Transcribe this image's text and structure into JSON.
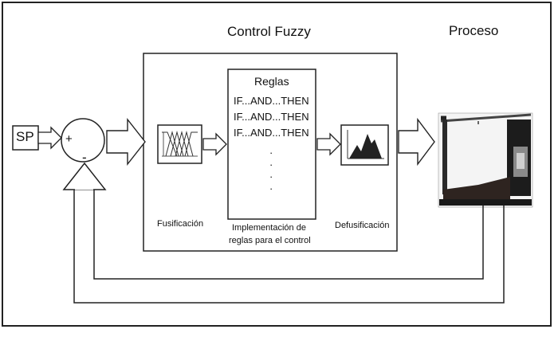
{
  "titles": {
    "control": "Control Fuzzy",
    "proceso": "Proceso"
  },
  "inputs": {
    "sp": "SP",
    "plus": "+",
    "minus": "-"
  },
  "reglas": {
    "title": "Reglas",
    "rules": [
      "IF...AND...THEN",
      "IF...AND...THEN",
      "IF...AND...THEN"
    ],
    "dots": [
      "·",
      "·",
      "·",
      "·"
    ]
  },
  "stages": {
    "fusificacion": "Fusificación",
    "implementacion_line1": "Implementación de",
    "implementacion_line2": "reglas para el control",
    "defusificacion": "Defusificación"
  },
  "icons": {
    "fuzzification": "membership-functions-icon",
    "defuzzification": "output-distribution-icon",
    "process": "process-machine-photo"
  }
}
